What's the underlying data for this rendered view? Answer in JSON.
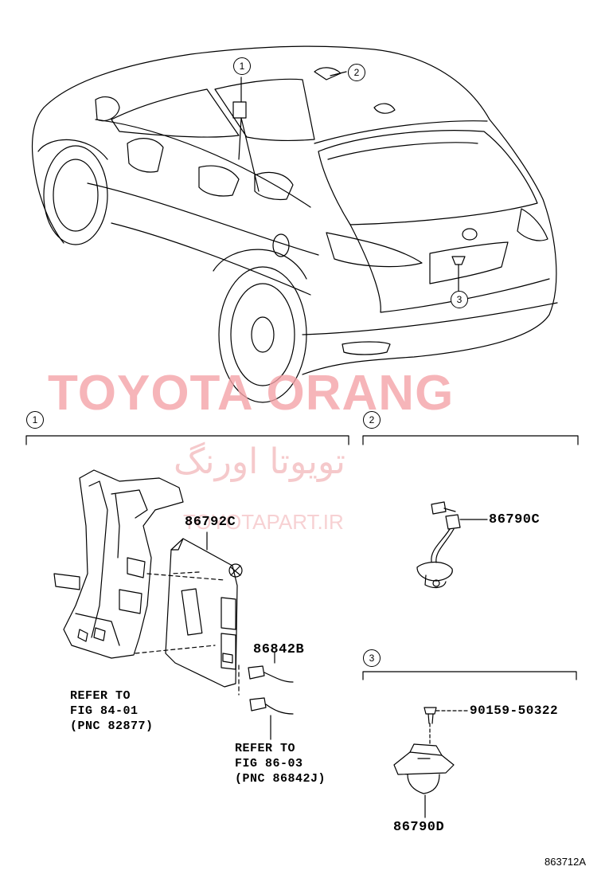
{
  "watermark": {
    "brand": "TOYOTA ORANG",
    "persian": "تویوتا اورنگ",
    "site": "TOYOTAPART.IR"
  },
  "callouts": [
    "1",
    "2",
    "3"
  ],
  "sections": [
    {
      "index": "1",
      "part_numbers": [
        "86792C",
        "86842B"
      ],
      "references": [
        [
          "REFER TO",
          "FIG 84-01",
          "(PNC 82877)"
        ],
        [
          "REFER TO",
          "FIG 86-03",
          "(PNC 86842J)"
        ]
      ]
    },
    {
      "index": "2",
      "part_numbers": [
        "86790C"
      ]
    },
    {
      "index": "3",
      "part_numbers": [
        "90159-50322",
        "86790D"
      ]
    }
  ],
  "labels": {
    "p86792c": "86792C",
    "p86842b": "86842B",
    "p86790c": "86790C",
    "p90159": "90159-50322",
    "p86790d": "86790D",
    "ref1_l1": "REFER TO",
    "ref1_l2": "FIG 84-01",
    "ref1_l3": "(PNC 82877)",
    "ref2_l1": "REFER TO",
    "ref2_l2": "FIG 86-03",
    "ref2_l3": "(PNC 86842J)"
  },
  "diagram_code": "863712A"
}
